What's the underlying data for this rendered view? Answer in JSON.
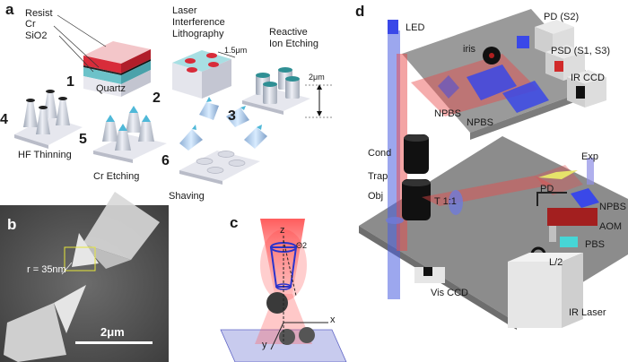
{
  "panels": {
    "a": "a",
    "b": "b",
    "c": "c",
    "d": "d"
  },
  "panel_a": {
    "layers": [
      "Resist",
      "Cr",
      "SiO2"
    ],
    "substrate": "Quartz",
    "steps": [
      {
        "number": "1"
      },
      {
        "number": "2",
        "label": "Laser Interference Lithography"
      },
      {
        "number": "3",
        "label": "Reactive Ion Etching"
      },
      {
        "number": "4",
        "label": "HF Thinning"
      },
      {
        "number": "5",
        "label": "Cr Etching"
      },
      {
        "number": "6",
        "label": "Shaving"
      }
    ],
    "pitch": "1.5μm",
    "height": "2μm"
  },
  "panel_b": {
    "radius_label": "r = 35nm",
    "scale_bar": "2μm"
  },
  "panel_c": {
    "axes": [
      "z",
      "x",
      "y"
    ],
    "angle": "Θ2"
  },
  "panel_d": {
    "labels": {
      "led": "LED",
      "iris": "iris",
      "pd_top": "PD (S2)",
      "psd": "PSD (S1, S3)",
      "ir_ccd": "IR CCD",
      "npbs_1": "NPBS",
      "npbs_2": "NPBS",
      "cond": "Cond",
      "trap": "Trap",
      "obj": "Obj",
      "t11": "T 1:1",
      "exp": "Exp",
      "pd": "PD",
      "npbs_3": "NPBS",
      "aom": "AOM",
      "pbs": "PBS",
      "l2": "L/2",
      "vis_ccd": "Vis CCD",
      "ir_laser": "IR Laser"
    }
  },
  "colors": {
    "resist": "#e0303c",
    "laser": "#e84a4a",
    "led": "#4a5fe0",
    "optic_blue": "#3a48e8",
    "table_gray": "#8c8c8c"
  }
}
